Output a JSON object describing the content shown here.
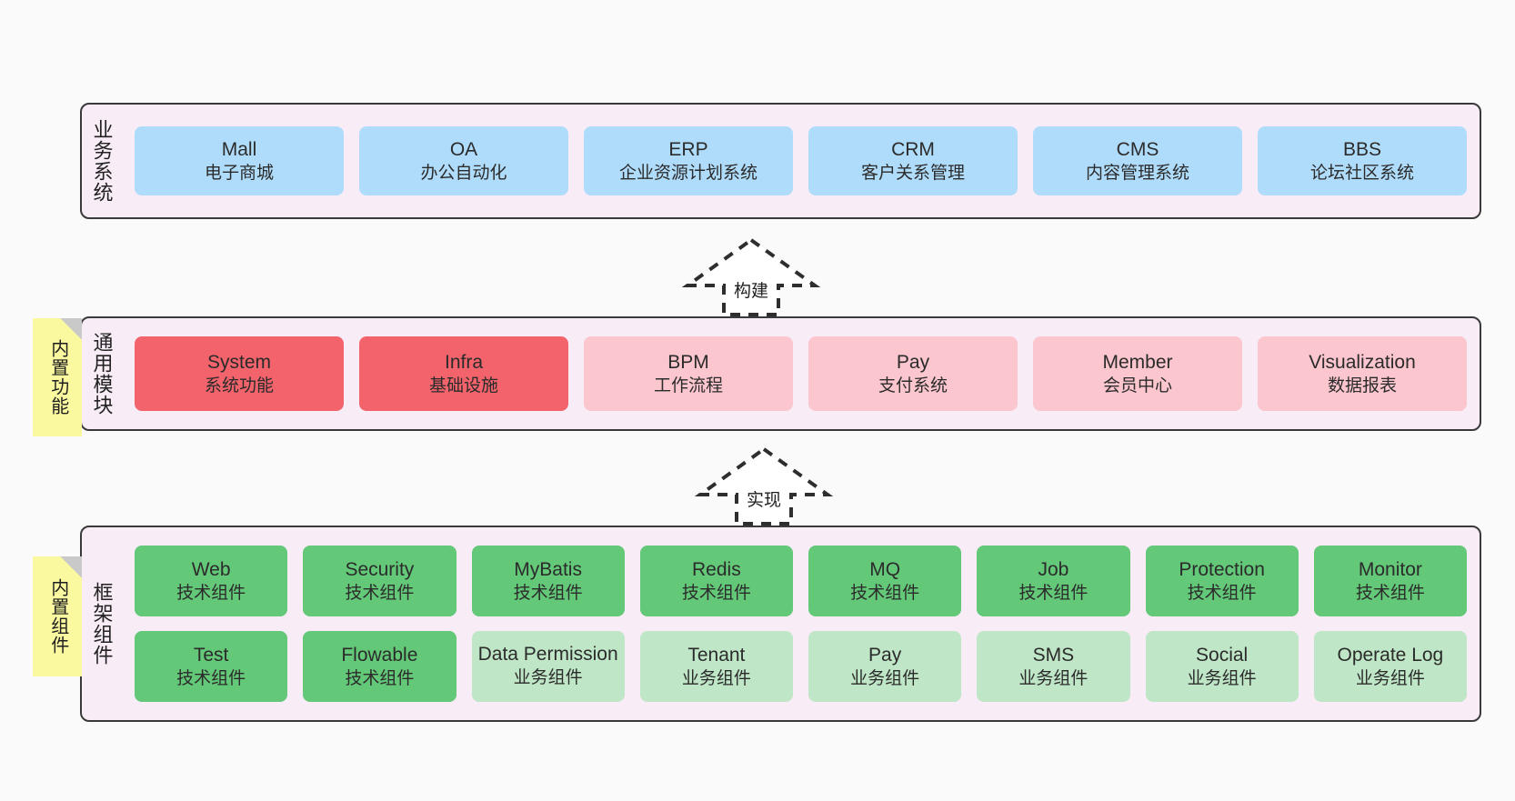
{
  "diagram": {
    "title": "Business / Module / Framework layered architecture",
    "background": "#fafafa",
    "colors": {
      "panel_bg": "#f8ecf6",
      "panel_border": "#3a3a3a",
      "business_box": "#b0dcfb",
      "module_core_box": "#f2636b",
      "module_optional_box": "#fbc6cd",
      "framework_tech_box": "#63c878",
      "framework_business_box": "#bfe6c6",
      "note_bg": "#fbf9a0",
      "note_fold": "#c9c9c9"
    }
  },
  "layers": [
    {
      "id": "business",
      "title": "业务系统",
      "rows": [
        [
          {
            "en": "Mall",
            "cn": "电子商城",
            "style": "c-blue"
          },
          {
            "en": "OA",
            "cn": "办公自动化",
            "style": "c-blue"
          },
          {
            "en": "ERP",
            "cn": "企业资源计划系统",
            "style": "c-blue"
          },
          {
            "en": "CRM",
            "cn": "客户关系管理",
            "style": "c-blue"
          },
          {
            "en": "CMS",
            "cn": "内容管理系统",
            "style": "c-blue"
          },
          {
            "en": "BBS",
            "cn": "论坛社区系统",
            "style": "c-blue"
          }
        ]
      ]
    },
    {
      "id": "modules",
      "title": "通用模块",
      "rows": [
        [
          {
            "en": "System",
            "cn": "系统功能",
            "style": "c-red"
          },
          {
            "en": "Infra",
            "cn": "基础设施",
            "style": "c-red"
          },
          {
            "en": "BPM",
            "cn": "工作流程",
            "style": "c-pink"
          },
          {
            "en": "Pay",
            "cn": "支付系统",
            "style": "c-pink"
          },
          {
            "en": "Member",
            "cn": "会员中心",
            "style": "c-pink"
          },
          {
            "en": "Visualization",
            "cn": "数据报表",
            "style": "c-pink"
          }
        ]
      ]
    },
    {
      "id": "framework",
      "title": "框架组件",
      "rows": [
        [
          {
            "en": "Web",
            "cn": "技术组件",
            "style": "c-green"
          },
          {
            "en": "Security",
            "cn": "技术组件",
            "style": "c-green"
          },
          {
            "en": "MyBatis",
            "cn": "技术组件",
            "style": "c-green"
          },
          {
            "en": "Redis",
            "cn": "技术组件",
            "style": "c-green"
          },
          {
            "en": "MQ",
            "cn": "技术组件",
            "style": "c-green"
          },
          {
            "en": "Job",
            "cn": "技术组件",
            "style": "c-green"
          },
          {
            "en": "Protection",
            "cn": "技术组件",
            "style": "c-green"
          },
          {
            "en": "Monitor",
            "cn": "技术组件",
            "style": "c-green"
          }
        ],
        [
          {
            "en": "Test",
            "cn": "技术组件",
            "style": "c-green"
          },
          {
            "en": "Flowable",
            "cn": "技术组件",
            "style": "c-green"
          },
          {
            "en": "Data Permission",
            "cn": "业务组件",
            "style": "c-lightgreen",
            "wrap": true
          },
          {
            "en": "Tenant",
            "cn": "业务组件",
            "style": "c-lightgreen"
          },
          {
            "en": "Pay",
            "cn": "业务组件",
            "style": "c-lightgreen"
          },
          {
            "en": "SMS",
            "cn": "业务组件",
            "style": "c-lightgreen"
          },
          {
            "en": "Social",
            "cn": "业务组件",
            "style": "c-lightgreen"
          },
          {
            "en": "Operate Log",
            "cn": "业务组件",
            "style": "c-lightgreen"
          }
        ]
      ]
    }
  ],
  "notes": [
    {
      "id": "builtin-features",
      "text": "内置功能"
    },
    {
      "id": "builtin-components",
      "text": "内置组件"
    }
  ],
  "links": [
    {
      "id": "build",
      "label": "构建",
      "from": "modules",
      "to": "business"
    },
    {
      "id": "implement",
      "label": "实现",
      "from": "framework",
      "to": "modules"
    }
  ]
}
